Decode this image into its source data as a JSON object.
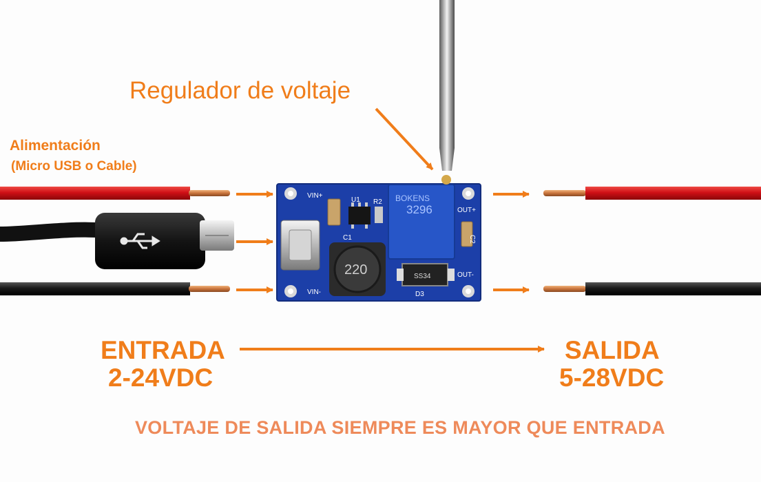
{
  "labels": {
    "regulator": "Regulador de voltaje",
    "power": "Alimentación",
    "power_sub": "(Micro USB o Cable)",
    "input_title": "ENTRADA",
    "input_range": "2-24VDC",
    "output_title": "SALIDA",
    "output_range": "5-28VDC",
    "footer": "VOLTAJE DE SALIDA SIEMPRE ES MAYOR QUE ENTRADA"
  },
  "board": {
    "vin_plus": "VIN+",
    "vin_minus": "VIN-",
    "out_plus": "OUT+",
    "out_minus": "OUT-",
    "u1": "U1",
    "r2": "R2",
    "c1": "C1",
    "c2": "C2",
    "d3": "D3",
    "inductor": "220",
    "pot_brand": "BOKENS",
    "pot_model": "3296",
    "diode_code": "SS34"
  },
  "colors": {
    "accent": "#f07d1a",
    "footer": "#ee8a5a",
    "wire_red": "#d4141a",
    "wire_black": "#1a1a1a",
    "copper": "#c8733c",
    "pcb_blue": "#1c3fa8"
  }
}
